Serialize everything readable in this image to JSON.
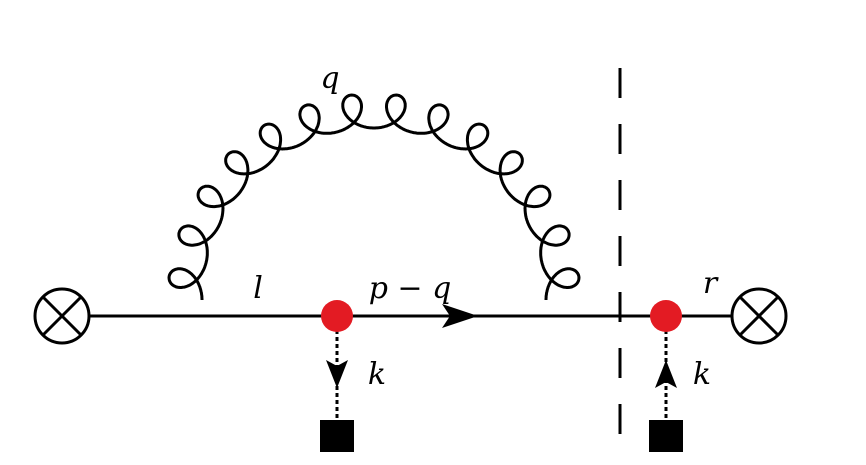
{
  "diagram": {
    "labels": {
      "gluon_momentum": "q",
      "left_momentum": "l",
      "quark_momentum": "p − q",
      "right_momentum": "r",
      "insertion_left_momentum": "k",
      "insertion_right_momentum": "k"
    },
    "colors": {
      "vertex": "#e31b23",
      "line": "#000000",
      "source": "#000000"
    },
    "icons": {
      "external_vertex": "circled-times-icon",
      "source": "filled-square-icon",
      "interaction_vertex": "filled-circle-icon"
    }
  }
}
